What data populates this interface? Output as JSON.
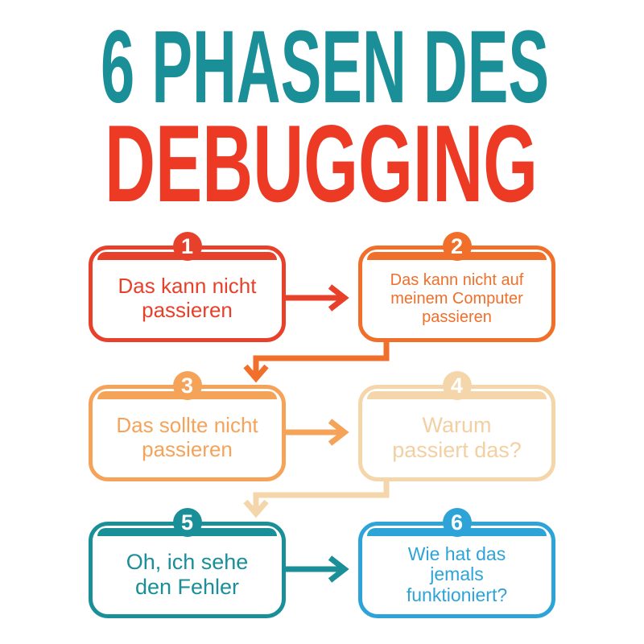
{
  "title": {
    "line1": "6 PHASEN DES",
    "line2": "DEBUGGING",
    "line1_color": "#1a8f98",
    "line2_color": "#ec3a24"
  },
  "phases": [
    {
      "number": "1",
      "text": "Das kann nicht passieren",
      "color": "#e8412b"
    },
    {
      "number": "2",
      "text": "Das kann nicht auf meinem Computer passieren",
      "color": "#f06f2a"
    },
    {
      "number": "3",
      "text": "Das sollte nicht passieren",
      "color": "#f6a35a"
    },
    {
      "number": "4",
      "text": "Warum passiert das?",
      "color": "#f5d5aa"
    },
    {
      "number": "5",
      "text": "Oh, ich sehe den Fehler",
      "color": "#1a8f98"
    },
    {
      "number": "6",
      "text": "Wie hat das jemals funktioniert?",
      "color": "#2ea3d8"
    }
  ]
}
